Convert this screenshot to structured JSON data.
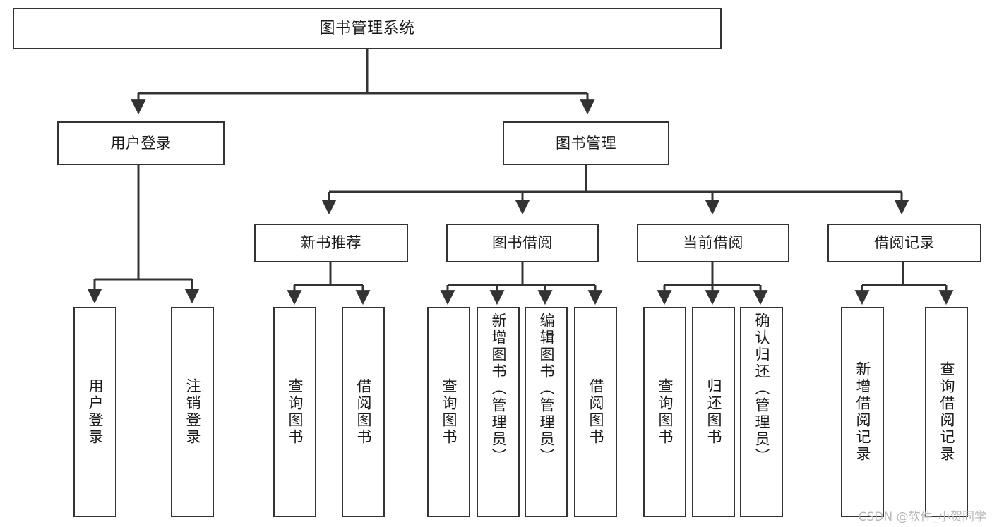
{
  "diagram": {
    "title": "图书管理系统",
    "type": "tree-hierarchy-chart",
    "line_color": "#333333",
    "box_fill": "#ffffff",
    "text_color": "#1a1a1a"
  },
  "root": {
    "label": "图书管理系统"
  },
  "level2": [
    {
      "label": "用户登录"
    },
    {
      "label": "图书管理"
    }
  ],
  "level3": [
    {
      "label": "新书推荐"
    },
    {
      "label": "图书借阅"
    },
    {
      "label": "当前借阅"
    },
    {
      "label": "借阅记录"
    }
  ],
  "leaves": {
    "user_login": [
      {
        "label": "用户登录"
      },
      {
        "label": "注销登录"
      }
    ],
    "new_book_recommend": [
      {
        "label": "查询图书"
      },
      {
        "label": "借阅图书"
      }
    ],
    "book_borrow": [
      {
        "label": "查询图书"
      },
      {
        "label": "新增图书（管理员）"
      },
      {
        "label": "编辑图书（管理员）"
      },
      {
        "label": "借阅图书"
      }
    ],
    "current_borrow": [
      {
        "label": "查询图书"
      },
      {
        "label": "归还图书"
      },
      {
        "label": "确认归还（管理员）"
      }
    ],
    "borrow_record": [
      {
        "label": "新增借阅记录"
      },
      {
        "label": "查询借阅记录"
      }
    ]
  },
  "watermark": {
    "text": "CSDN @软件_小贺同学",
    "color": "#b8b8b8"
  }
}
